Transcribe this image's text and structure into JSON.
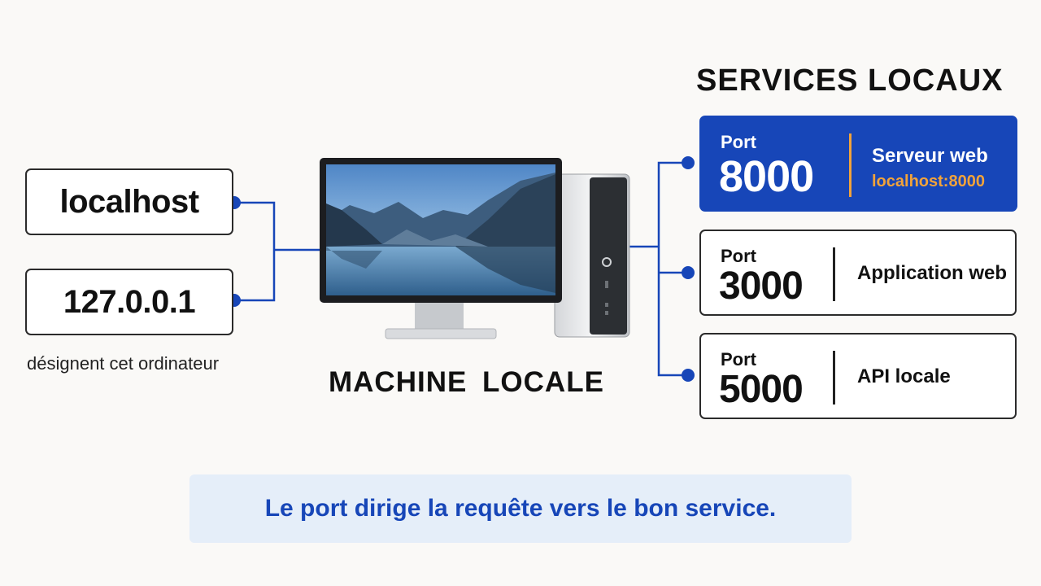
{
  "addresses": {
    "localhost": "localhost",
    "ip": "127.0.0.1",
    "caption": "désignent cet ordinateur"
  },
  "machine": {
    "label": "MACHINE LOCALE"
  },
  "services": {
    "title": "SERVICES LOCAUX",
    "items": [
      {
        "port_label": "Port",
        "port": "8000",
        "name": "Serveur web",
        "url": "localhost:8000",
        "highlighted": true
      },
      {
        "port_label": "Port",
        "port": "3000",
        "name": "Application web",
        "highlighted": false
      },
      {
        "port_label": "Port",
        "port": "5000",
        "name": "API locale",
        "highlighted": false
      }
    ]
  },
  "banner": {
    "text": "Le port dirige la requête vers le bon service."
  },
  "colors": {
    "accent_blue": "#1746b8",
    "accent_orange": "#f2a33a",
    "banner_bg": "#e5eef9",
    "connector": "#1746b8"
  },
  "icons": [
    "computer-monitor-icon",
    "desktop-tower-icon"
  ]
}
